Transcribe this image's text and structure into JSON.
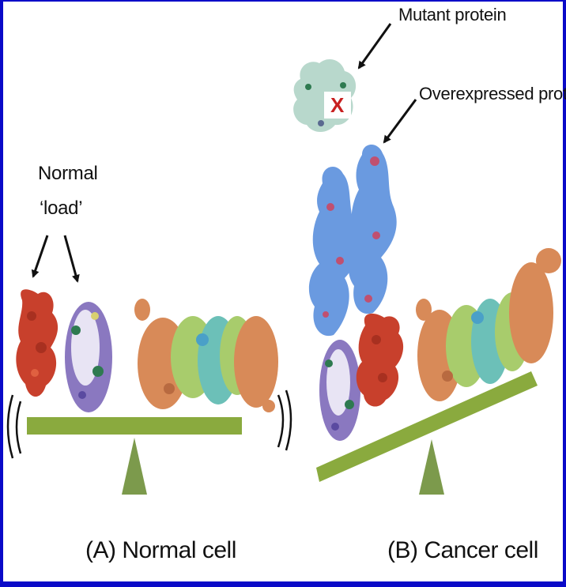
{
  "labels": {
    "mutant_protein": "Mutant protein",
    "overexpressed_protein": "Overexpressed protein",
    "normal_load_line1": "Normal",
    "normal_load_line2": "‘load’",
    "mutation_mark": "X"
  },
  "captions": {
    "normal_cell": "(A) Normal cell",
    "cancer_cell": "(B) Cancer cell"
  },
  "colors": {
    "background_border": "#0a0ac8",
    "panel": "#ffffff",
    "beam": "#8aaa3e",
    "fulcrum": "#7c9a4c",
    "red_protein": "#c8402c",
    "purple_protein": "#8a78c0",
    "blue_protein": "#6a9ae0",
    "orange_complex": "#d88a58",
    "green_complex": "#a8cc6c",
    "teal_complex": "#6cc0b8",
    "mutation_mark": "#c82020"
  }
}
